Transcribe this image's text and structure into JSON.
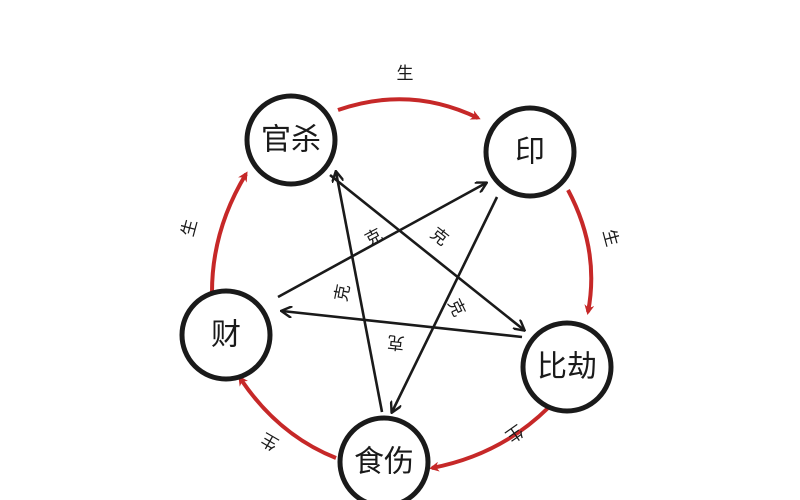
{
  "nodes": {
    "guansha": "官杀",
    "yin": "印",
    "bijie": "比劫",
    "shishang": "食伤",
    "cai": "财"
  },
  "relations": {
    "generate": "生",
    "control": "克"
  },
  "colors": {
    "generate_arrow": "#c62828",
    "control_arrow": "#1a1a1a"
  }
}
